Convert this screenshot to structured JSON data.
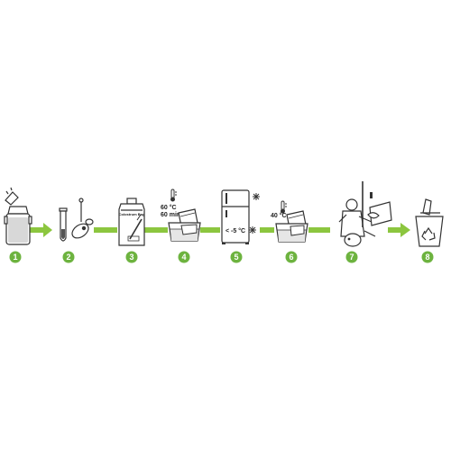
{
  "colors": {
    "accent": "#8cc63f",
    "badge": "#6db33f",
    "ink": "#333333"
  },
  "steps": [
    {
      "number": "1",
      "icon": "milk-can-icon"
    },
    {
      "number": "2",
      "icon": "sample-tube-icon"
    },
    {
      "number": "3",
      "icon": "collection-bag-icon",
      "bag_text": "Colostrum Bag"
    },
    {
      "number": "4",
      "icon": "water-bath-icon",
      "label_lines": [
        "60 °C",
        "60 min"
      ]
    },
    {
      "number": "5",
      "icon": "freezer-icon",
      "label": "< -5 °C"
    },
    {
      "number": "6",
      "icon": "water-bath-icon",
      "label": "40 °C"
    },
    {
      "number": "7",
      "icon": "feeding-calf-icon"
    },
    {
      "number": "8",
      "icon": "recycle-bin-icon"
    }
  ]
}
